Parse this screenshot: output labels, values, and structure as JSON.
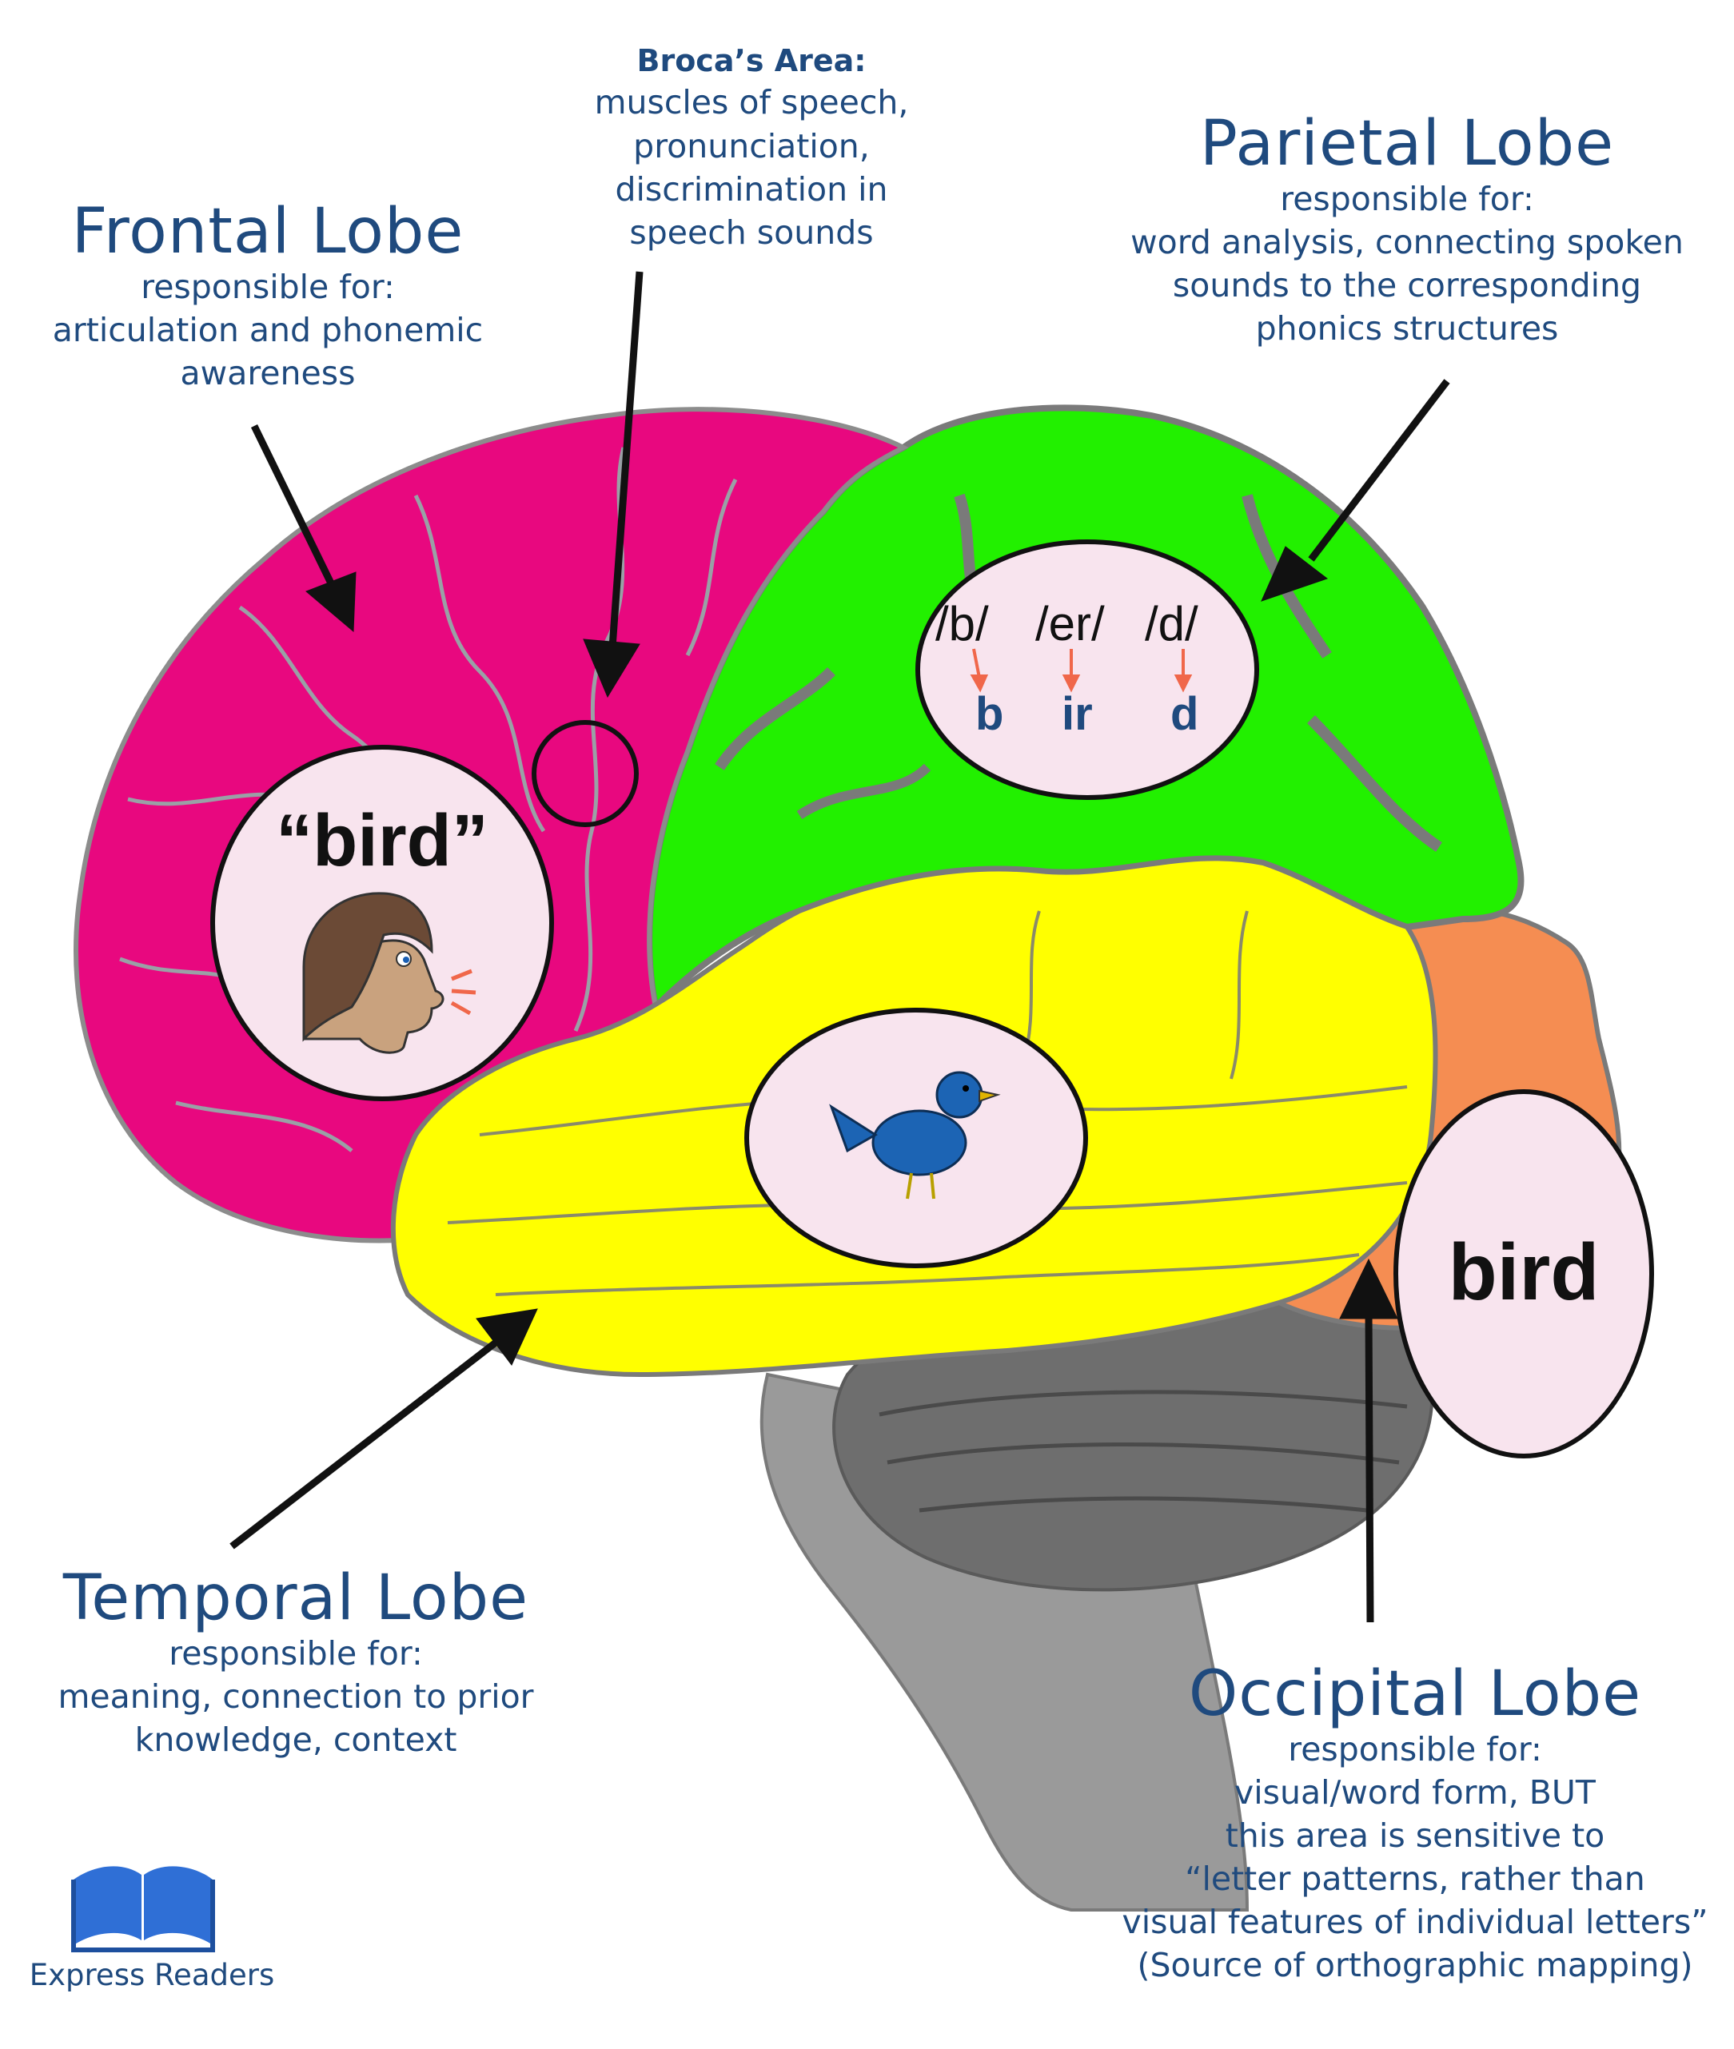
{
  "labels": {
    "frontal": {
      "title": "Frontal Lobe",
      "lines": [
        "responsible for:",
        "articulation and phonemic",
        "awareness"
      ]
    },
    "broca": {
      "title": "Broca’s Area:",
      "lines": [
        "muscles of speech,",
        "pronunciation,",
        "discrimination in",
        "speech sounds"
      ]
    },
    "parietal": {
      "title": "Parietal Lobe",
      "lines": [
        "responsible for:",
        "word analysis, connecting spoken",
        "sounds to the corresponding",
        "phonics structures"
      ]
    },
    "temporal": {
      "title": "Temporal Lobe",
      "lines": [
        "responsible for:",
        "meaning, connection to prior",
        "knowledge, context"
      ]
    },
    "occipital": {
      "title": "Occipital Lobe",
      "lines": [
        "responsible for:",
        "visual/word form, BUT",
        "this area is sensitive to",
        "“letter patterns, rather than",
        "visual features of individual letters”",
        "(Source of orthographic mapping)"
      ]
    }
  },
  "bubbles": {
    "spoken_word": "“bird”",
    "phonemes": [
      "/b/",
      "/er/",
      "/d/"
    ],
    "graphemes": [
      "b",
      "ir",
      "d"
    ],
    "written_word": "bird"
  },
  "brand": {
    "name": "Express Readers"
  },
  "colors": {
    "frontal": "#e8087f",
    "parietal": "#22f000",
    "temporal": "#ffff00",
    "occipital": "#f58d52",
    "brainstem": "#8a8a8a",
    "bubble_fill": "#f8e4ee",
    "text": "#1f4a7e",
    "arrow": "#111111",
    "phoneme_arrow": "#f0674a",
    "logo": "#2f6fd6"
  }
}
